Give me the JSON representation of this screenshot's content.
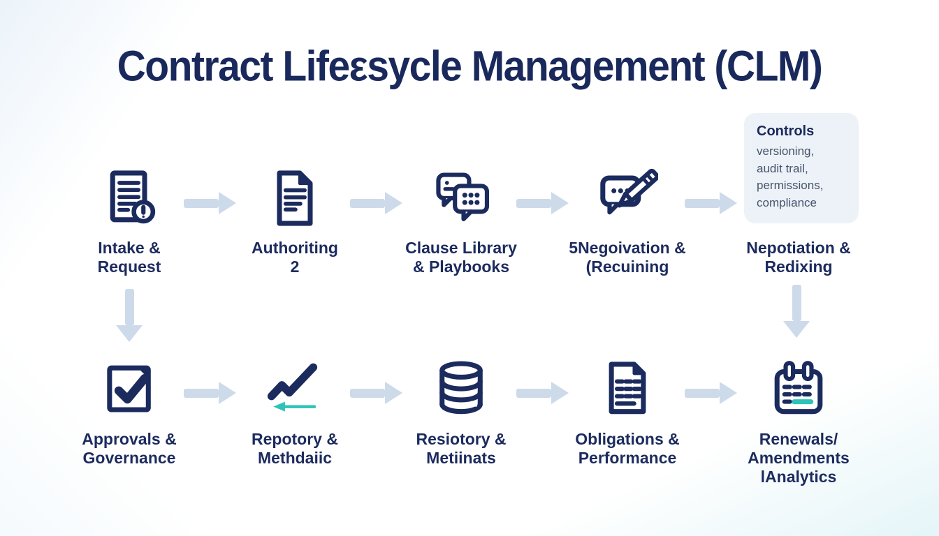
{
  "title": "Contract Lifeεsycle Management (CLM)",
  "colors": {
    "navy": "#1c2b5e",
    "arrow_blue": "#cddaea",
    "teal": "#2ec2b8",
    "panel_bg": "#edf2f8",
    "background": "#ffffff"
  },
  "top_row": [
    {
      "icon": "document-info-icon",
      "label_lines": [
        "Intake &",
        "Request"
      ]
    },
    {
      "icon": "document-icon",
      "label_lines": [
        "Authoriting",
        "2"
      ]
    },
    {
      "icon": "chat-bubbles-icon",
      "label_lines": [
        "Clause Library",
        "& Playbooks"
      ]
    },
    {
      "icon": "speech-bubble-pencil-icon",
      "label_lines": [
        "5Negoivation &",
        "(Recuining"
      ]
    },
    {
      "icon": "controls-panel",
      "label_lines": [
        "Nepotiation &",
        "Redixing"
      ]
    }
  ],
  "controls_panel": {
    "heading": "Controls",
    "items": [
      "versioning,",
      "audit trail,",
      "permissions,",
      "compliance"
    ]
  },
  "bottom_row": [
    {
      "icon": "checkmark-document-icon",
      "label_lines": [
        "Approvals &",
        "Governance"
      ]
    },
    {
      "icon": "trend-line-icon",
      "label_lines": [
        "Repotory &",
        "Methdaiic"
      ]
    },
    {
      "icon": "database-icon",
      "label_lines": [
        "Resiotory &",
        "Metiinats"
      ]
    },
    {
      "icon": "table-document-icon",
      "label_lines": [
        "Obligations &",
        "Performance"
      ]
    },
    {
      "icon": "calendar-icon",
      "label_lines": [
        "Renewals/",
        "Amendments",
        "lAnalytics"
      ]
    }
  ]
}
